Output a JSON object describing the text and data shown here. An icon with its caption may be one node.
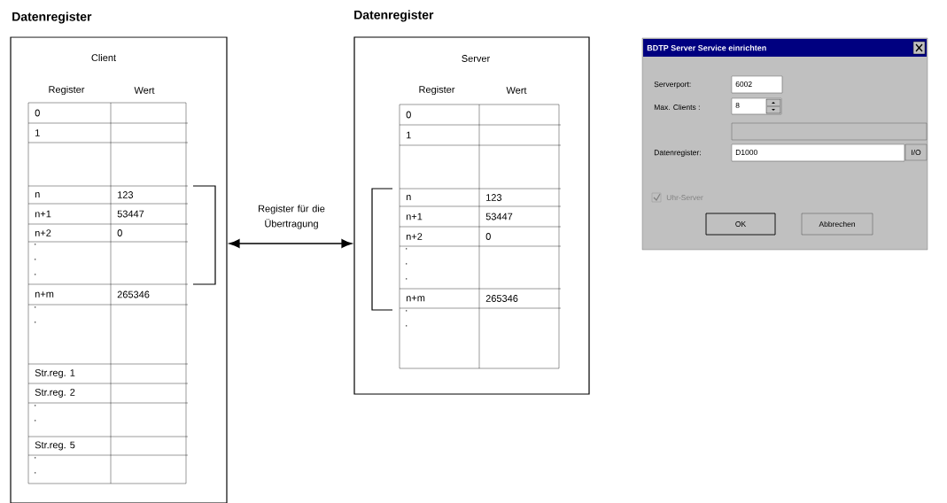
{
  "diagram": {
    "nodes": [
      {
        "text": [
          "Datenregister",
          "Client"
        ]
      },
      {
        "text": [
          "Datenregister",
          "Server"
        ]
      },
      {
        "text": [
          "BDTP Server Service einrichten"
        ]
      }
    ],
    "edges": [
      {
        "from": 0,
        "to": 1,
        "arrow": "both",
        "label": "Register für die Übertragung"
      }
    ],
    "labels": [
      "Register",
      "Wert",
      "0",
      "1",
      "n",
      "123",
      "n+1",
      "53447",
      "n+2",
      "0",
      ". . .",
      "n+m",
      "265346",
      ". .",
      "Str.reg. 1",
      "Str.reg. 2",
      ". .",
      "Str.reg. 5",
      ". .",
      "Register",
      "Wert",
      "0",
      "1",
      "n",
      "123",
      "n+1",
      "53447",
      "n+2",
      "0",
      ". . .",
      "n+m",
      "265346",
      ". .",
      "Serverport:",
      "6002",
      "Max. Clients :",
      "8",
      "Datenregister:",
      "D1000",
      "I/O",
      "Uhr-Server",
      "OK",
      "Abbrechen"
    ]
  }
}
